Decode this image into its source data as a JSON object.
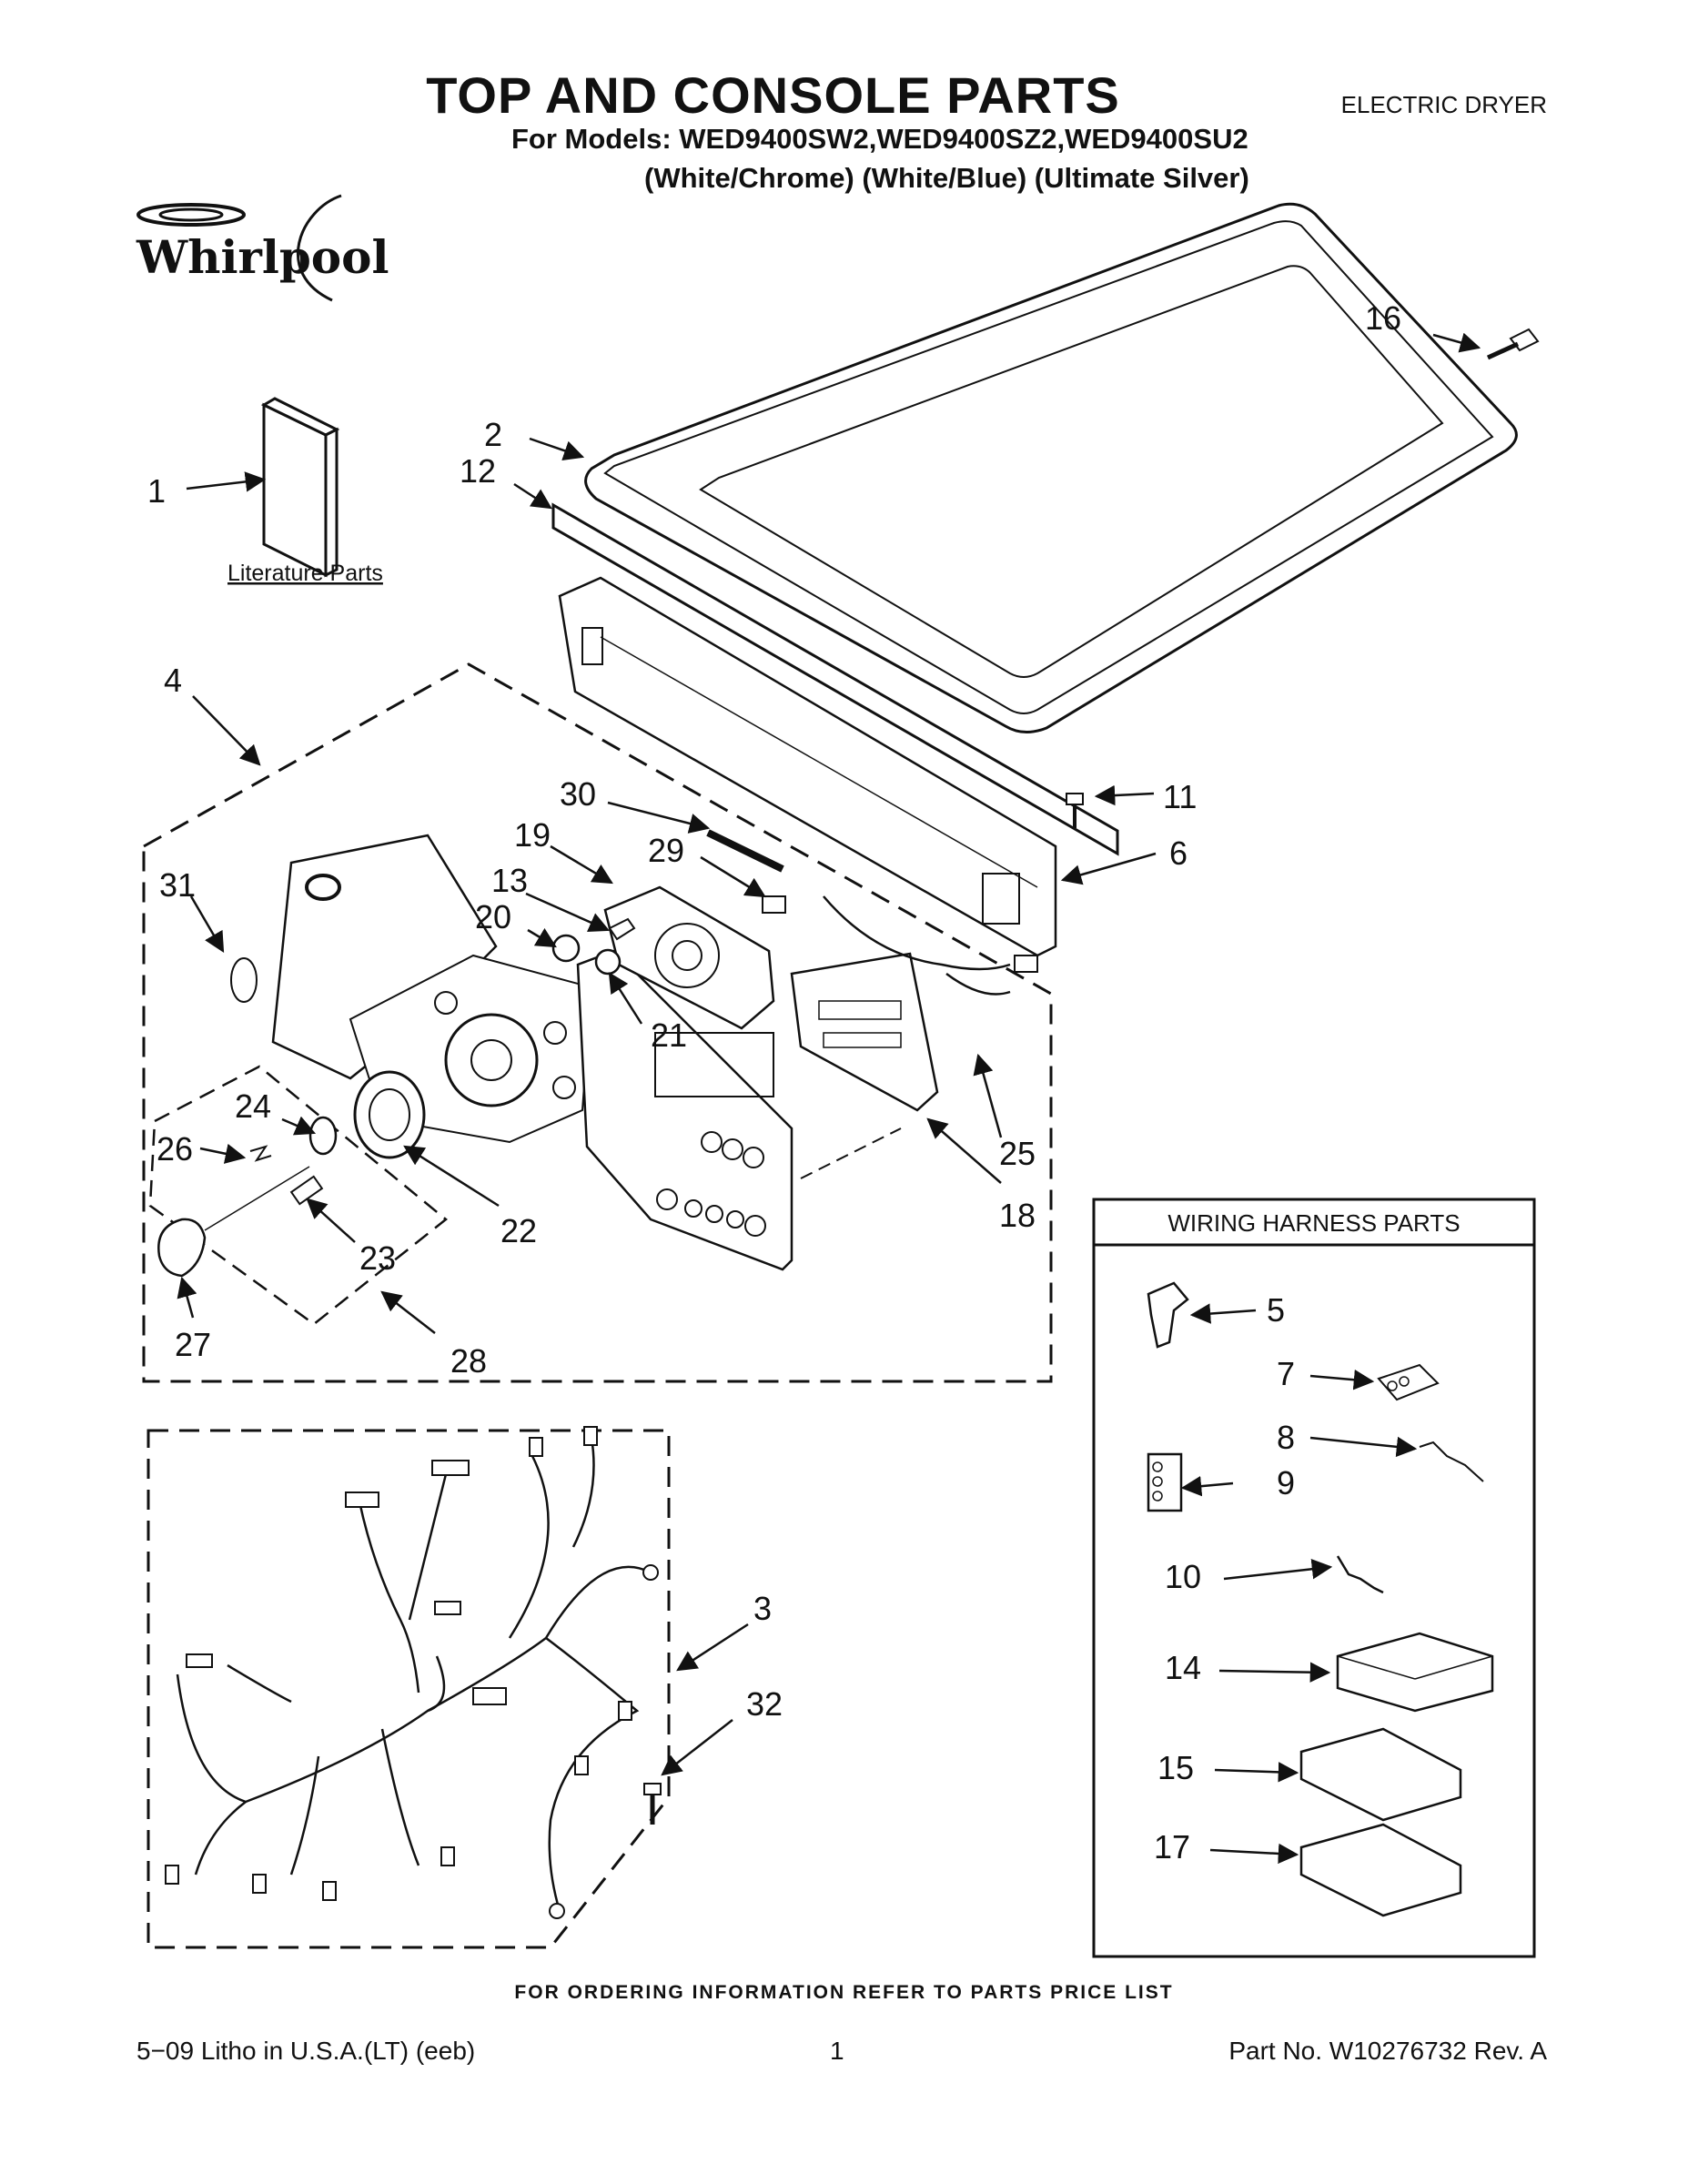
{
  "header": {
    "title": "TOP AND CONSOLE PARTS",
    "doc_type": "ELECTRIC DRYER",
    "models_line": "For Models: WED9400SW2,WED9400SZ2,WED9400SU2",
    "variants_line": "(White/Chrome) (White/Blue)  (Ultimate Silver)"
  },
  "brand": {
    "logo_text": "Whirlpool"
  },
  "sections": {
    "literature_label": "Literature Parts",
    "wiring_harness_title": "WIRING HARNESS PARTS"
  },
  "callouts": [
    "1",
    "2",
    "3",
    "4",
    "5",
    "6",
    "7",
    "8",
    "9",
    "10",
    "11",
    "12",
    "13",
    "14",
    "15",
    "16",
    "17",
    "18",
    "19",
    "20",
    "21",
    "22",
    "23",
    "24",
    "25",
    "26",
    "27",
    "28",
    "29",
    "30",
    "31",
    "32"
  ],
  "footer": {
    "ordering_note": "FOR ORDERING INFORMATION REFER TO PARTS PRICE LIST",
    "print_info": "5−09 Litho in U.S.A.(LT) (eeb)",
    "page_number": "1",
    "part_number": "Part No. W10276732 Rev. A"
  }
}
